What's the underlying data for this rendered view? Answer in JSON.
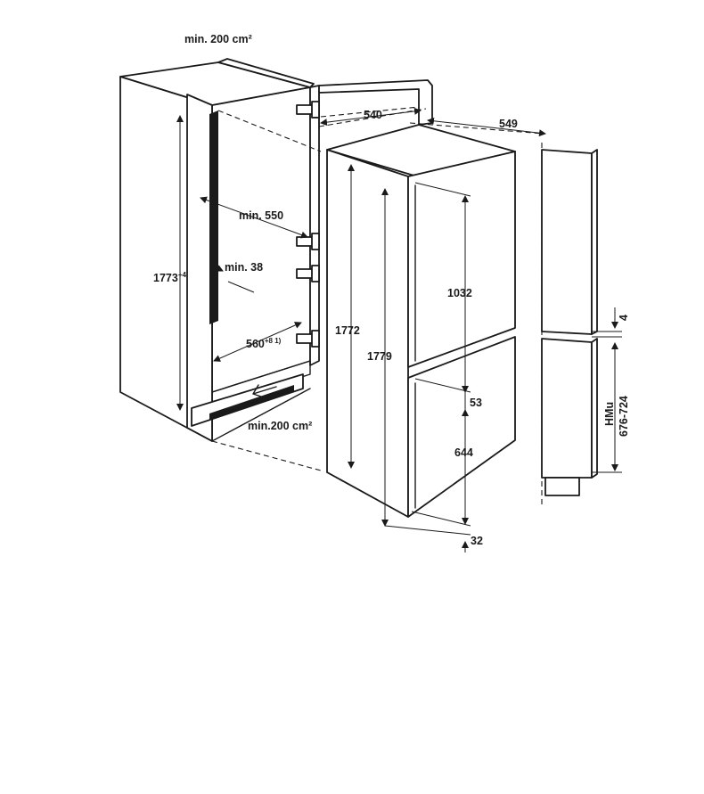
{
  "labels": {
    "top_vent": "min. 200 cm²",
    "bottom_vent": "min.200 cm²",
    "depth_550": "min. 550",
    "gap_38": "min. 38",
    "width_560": "560",
    "width_560_sup": "+8 1)",
    "niche_height": "1773",
    "niche_height_sup": "+4",
    "unit_height": "1772",
    "door_total_height": "1779",
    "door_depth_540": "540",
    "door_depth_549": "549",
    "upper_door": "1032",
    "door_gap": "53",
    "lower_door": "644",
    "bottom_offset": "32",
    "side_gap": "4",
    "hmu_label": "HMu",
    "hmu_range": "676-724"
  }
}
